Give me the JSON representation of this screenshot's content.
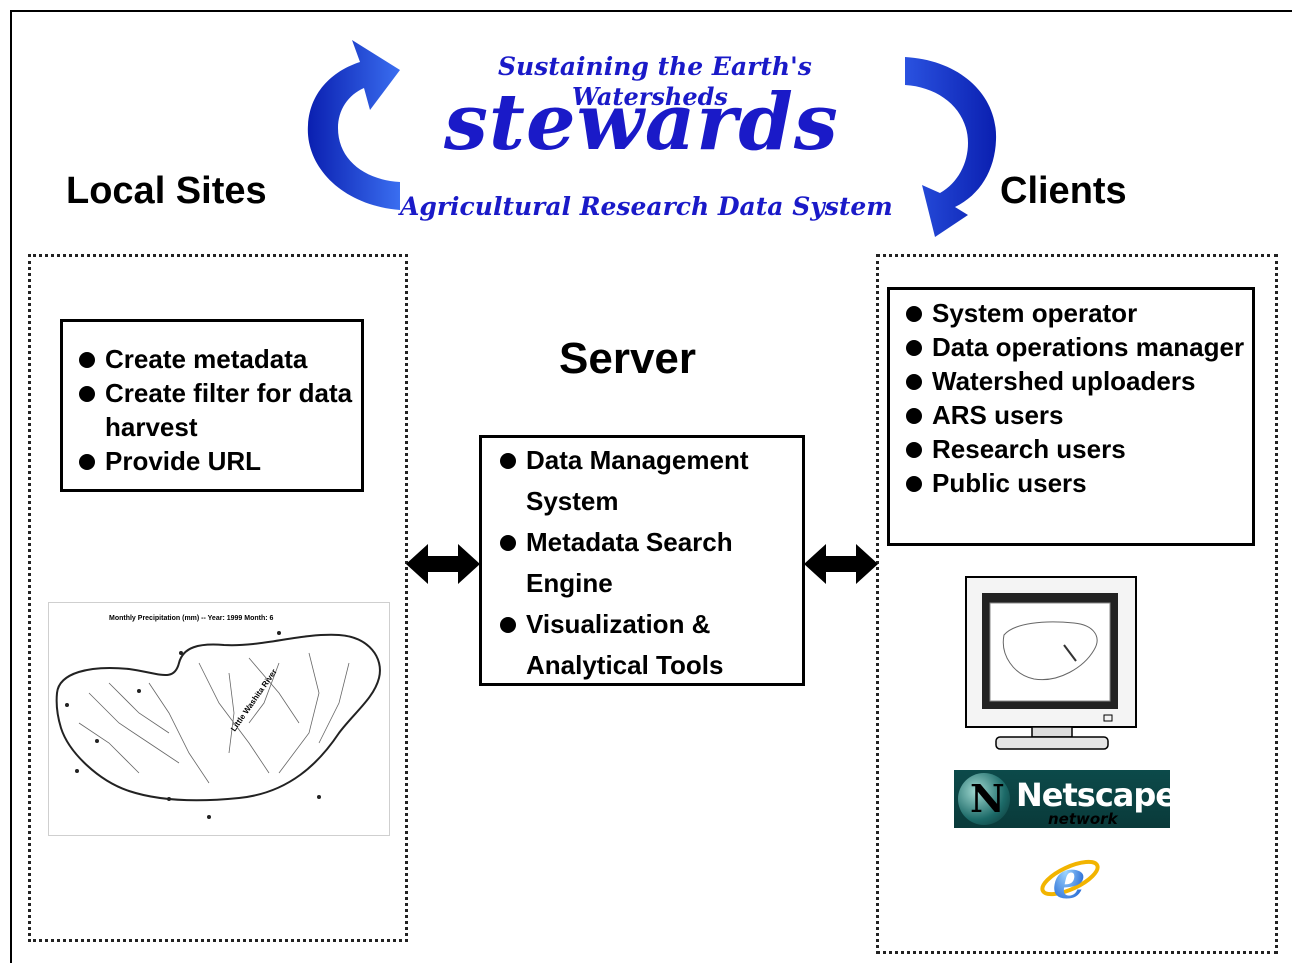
{
  "logo": {
    "line1": "Sustaining the Earth's",
    "line2": "Watersheds",
    "main": "stewards",
    "tagline": "Agricultural Research Data System"
  },
  "local_sites": {
    "heading": "Local Sites",
    "items": [
      {
        "text": "Create metadata"
      },
      {
        "text": "Create  filter for data harvest"
      },
      {
        "text": "Provide URL"
      }
    ]
  },
  "server": {
    "title": "Server",
    "items": [
      {
        "text": "Data Management System"
      },
      {
        "text": "Metadata Search Engine"
      },
      {
        "text": "Visualization & Analytical Tools"
      }
    ]
  },
  "clients": {
    "heading": "Clients",
    "items": [
      {
        "text": "System operator"
      },
      {
        "text": "Data operations manager"
      },
      {
        "text": "Watershed uploaders"
      },
      {
        "text": "ARS users"
      },
      {
        "text": "Research users"
      },
      {
        "text": "Public users"
      }
    ]
  },
  "map": {
    "title": "Monthly Precipitation (mm) -- Year: 1999  Month: 6",
    "river_label": "Little Washita River"
  },
  "netscape": {
    "letter": "N",
    "name": "Netscape",
    "sub": "network"
  },
  "colors": {
    "logo_blue": "#1a1ac8",
    "arrow_blue": "#1e3fd8",
    "netscape_bg": "#0c4a4a"
  }
}
